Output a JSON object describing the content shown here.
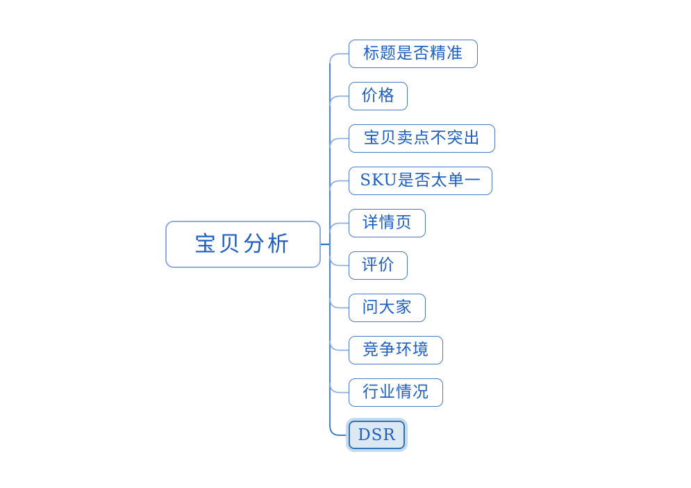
{
  "diagram": {
    "type": "mindmap",
    "background": "#ffffff",
    "root": {
      "label": "宝贝分析"
    },
    "children": [
      {
        "label": "标题是否精准",
        "selected": false
      },
      {
        "label": "价格",
        "selected": false
      },
      {
        "label": "宝贝卖点不突出",
        "selected": false
      },
      {
        "label": "SKU是否太单一",
        "selected": false
      },
      {
        "label": "详情页",
        "selected": false
      },
      {
        "label": "评价",
        "selected": false
      },
      {
        "label": "问大家",
        "selected": false
      },
      {
        "label": "竞争环境",
        "selected": false
      },
      {
        "label": "行业情况",
        "selected": false
      },
      {
        "label": "DSR",
        "selected": true
      }
    ],
    "colors": {
      "topic_text": "#1d5ec0",
      "child_border": "#4677c5",
      "root_border": "#8faadc",
      "spine_line": "#5585cc",
      "root_connector": "#2470c2",
      "selected_fill": "#dce9f5",
      "selected_border": "#2e75b6",
      "selected_halo": "#c8daee"
    }
  }
}
